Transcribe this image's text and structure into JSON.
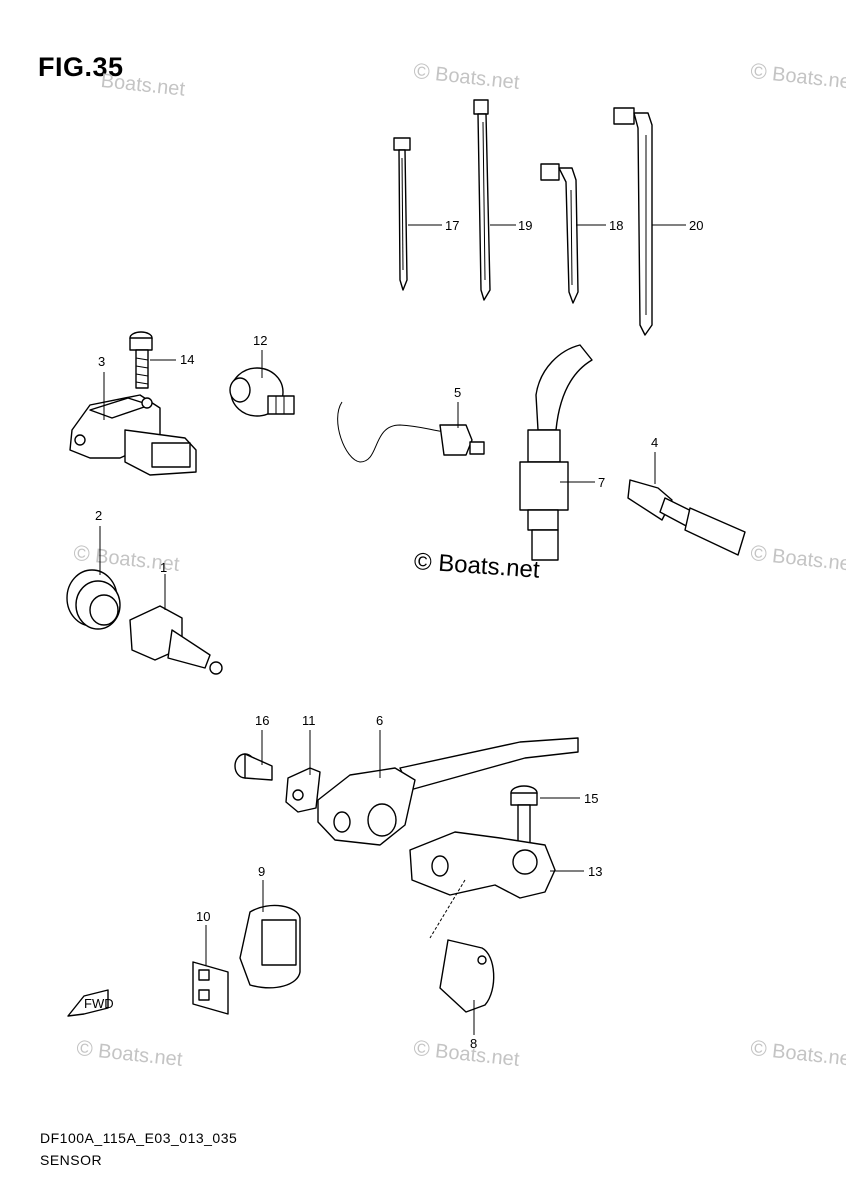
{
  "figure": {
    "title": "FIG.35"
  },
  "watermark": {
    "text": "© Boats.net",
    "symbol": "©",
    "site": "Boats.net"
  },
  "center_mark": {
    "text": "© Boats.net"
  },
  "footer": {
    "code": "DF100A_115A_E03_013_035",
    "name": "SENSOR"
  },
  "fwd_badge": {
    "label": "FWD"
  },
  "callouts": [
    "17",
    "19",
    "18",
    "20",
    "3",
    "14",
    "12",
    "5",
    "7",
    "4",
    "2",
    "1",
    "16",
    "11",
    "6",
    "15",
    "13",
    "9",
    "10",
    "8"
  ]
}
